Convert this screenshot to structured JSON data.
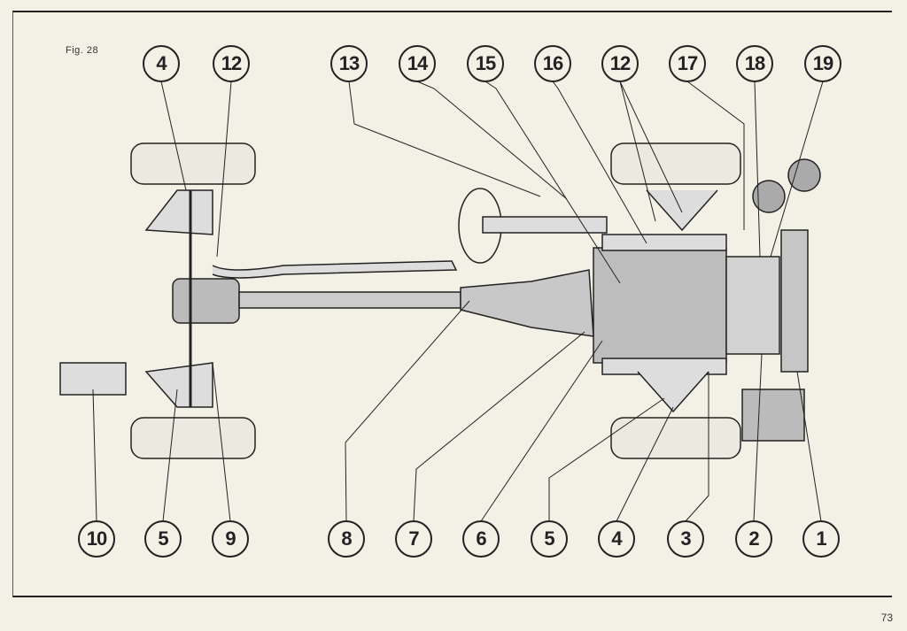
{
  "figure_label": "Fig. 28",
  "page_number": "73",
  "callouts_top": [
    "4",
    "12",
    "13",
    "14",
    "15",
    "16",
    "12",
    "17",
    "18",
    "19"
  ],
  "callouts_bottom": [
    "10",
    "5",
    "9",
    "8",
    "7",
    "6",
    "5",
    "4",
    "3",
    "2",
    "1"
  ]
}
